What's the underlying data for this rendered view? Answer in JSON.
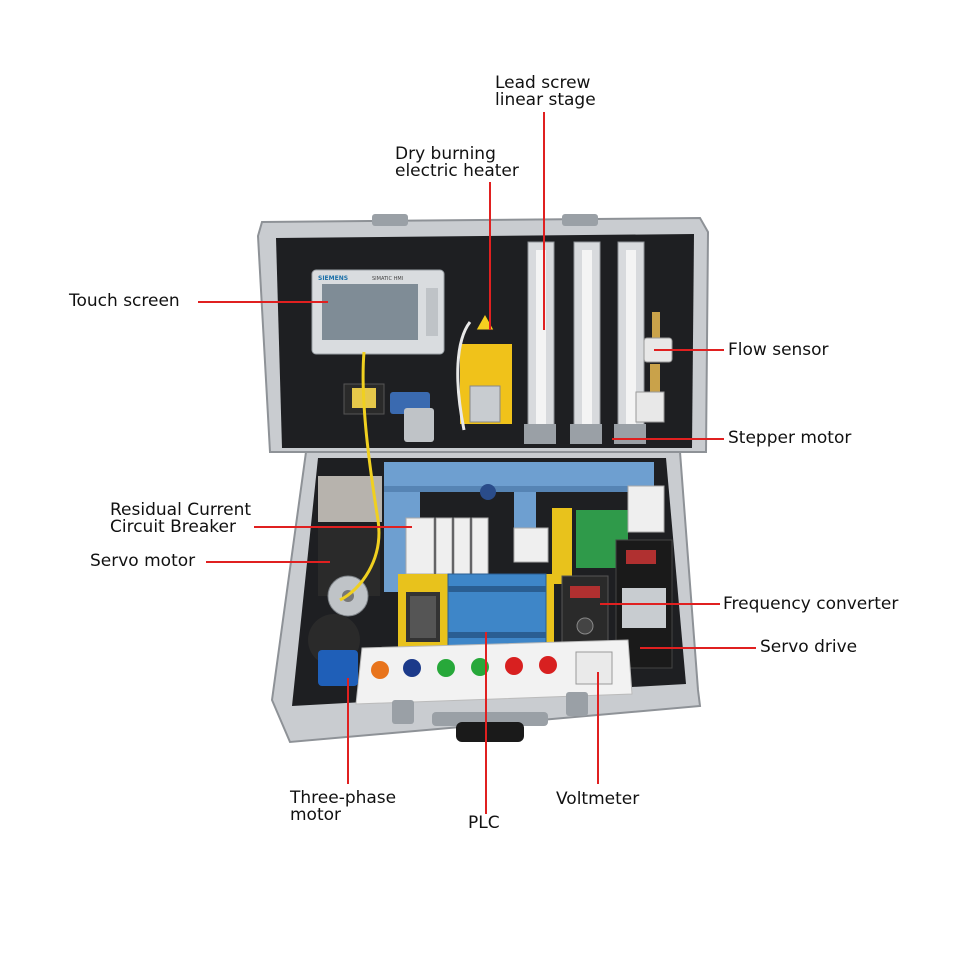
{
  "colors": {
    "leader": "#e02020",
    "case_frame": "#c9ccd0",
    "foam": "#1e1f22",
    "tray_blue": "#6e9fd0",
    "panel_yellow": "#e8c21c",
    "plc_blue": "#3e86c8",
    "control_panel": "#f2f2f2"
  },
  "panel": {
    "hmi_brand": "SIEMENS",
    "hmi_model": "SIMATIC HMI"
  },
  "labels": {
    "lead_screw": [
      "Lead screw",
      "linear stage"
    ],
    "dry_heater": [
      "Dry burning",
      "electric heater"
    ],
    "touch_screen": "Touch screen",
    "flow_sensor": "Flow sensor",
    "stepper_motor": "Stepper motor",
    "rccb": [
      "Residual Current",
      "Circuit Breaker"
    ],
    "servo_motor": "Servo motor",
    "frequency_converter": "Frequency converter",
    "servo_drive": "Servo drive",
    "three_phase": [
      "Three-phase",
      "motor"
    ],
    "plc": "PLC",
    "voltmeter": "Voltmeter"
  }
}
